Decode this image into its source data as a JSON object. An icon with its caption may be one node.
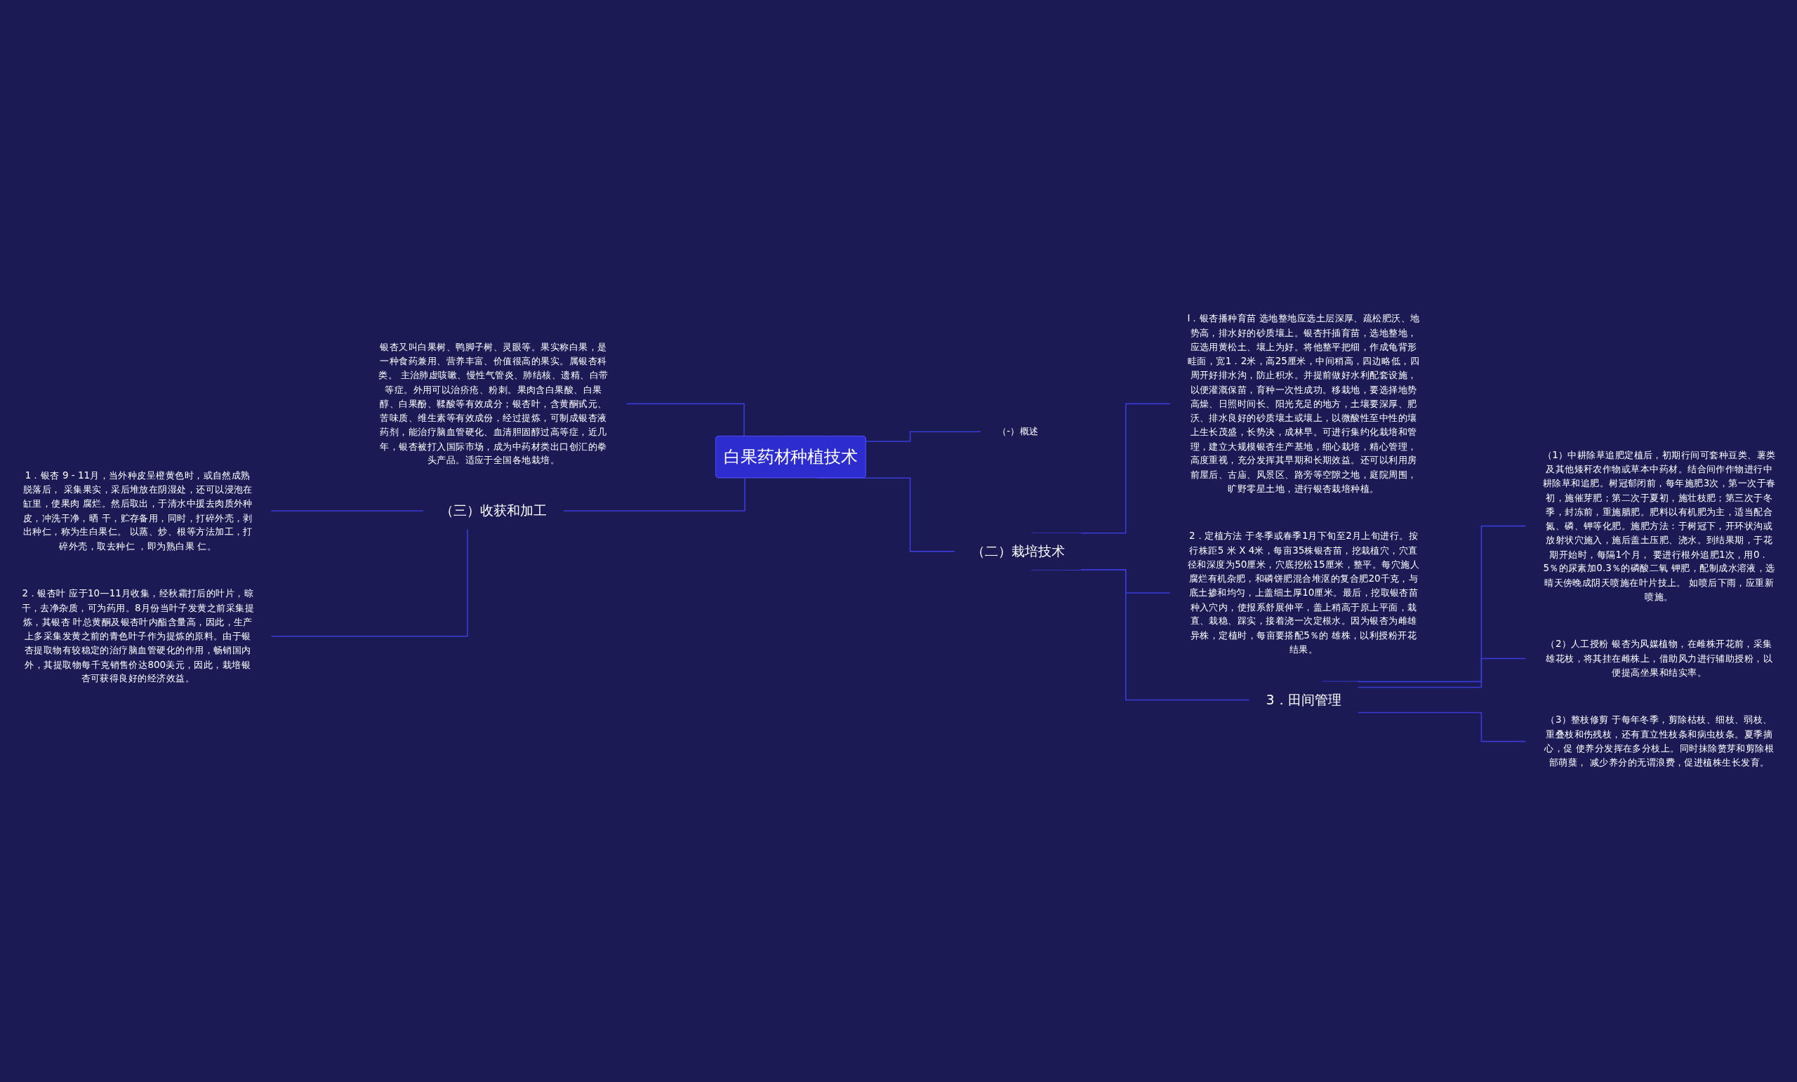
{
  "diagram": {
    "nodes": [
      {
        "text": [
          "白果药材种植技术"
        ]
      },
      {
        "text": [
          "（-）概述"
        ]
      },
      {
        "text": [
          "银杏又叫白果树、鸭脚子树、灵眼等。果实称白果，是一种食药兼用、营养丰富、价值很高的果实。属银杏科类。 主治肺虚咳嗽、慢性气管炎、肺结核、遗精、白带等症。外用可以治疥疮、粉刺。果肉含白果酸、白果醇、白果酚、鞣酸等有效成分；银杏叶，含黄酮甙元、苦味质、维生素等有效成份，经过提炼，可制成银杏液药剂，能治疗脑血管硬化、血清胆固醇过高等症，近几年，银杏被打入国际市场，成为中药材类出口创汇的拳头产品。适应于全国各地栽培。"
        ]
      },
      {
        "text": [
          "（三）收获和加工"
        ]
      },
      {
        "text": [
          "1．银杏 9 - 11月，当外种皮呈橙黄色时，或自然成熟脱落后， 采集果实，采后堆放在阴湿处，还可以浸泡在缸里，使果肉 腐烂。然后取出，于清水中援去肉质外种皮，冲洗干净，晒 干，贮存备用，同时，打碎外壳，剥出种仁，称为生白果仁。 以蒸、炒、根等方法加工，打碎外壳，取去种仁 ，即为熟白果 仁。"
        ]
      },
      {
        "text": [
          "2．银杏叶 应于10—11月收集，经秋霜打后的叶片，晾干，去净杂质，可为药用。8月份当叶子发黄之前采集提炼，其银杏 叶总黄酮及银杏叶内酯含量高，因此，生产上多采集发黄之前的青色叶子作为提炼的原料。由于银杏提取物有较稳定的治疗脑血管硬化的作用，畅销国内外，其提取物每千克销售价达800美元，因此，栽培银杏可获得良好的经济效益。"
        ]
      },
      {
        "text": [
          "（二）栽培技术"
        ]
      },
      {
        "text": [
          "I．银杏播种育苗 选地整地应选土层深厚、疏松肥沃、地势高，排水好的砂质壤上。银杏扦插育苗，选地整地，应选用黄松土、壤上为好。将他整平把细，作成龟背形畦面，宽1．2米，高25厘米，中间稍高，四边略低，四周开好排水沟，防止积水。并提前做好水利配套设施，以便灌溉保苗，育种一次性成功。移栽地，要选择地势高燥、日照时间长、阳光充足的地方，土壤要深厚、肥沃、排水良好的砂质壤土或壤上，以微酸性至中性的壤上生长茂盛，长势决，成林早。可进行集约化栽培和管理，建立大规模银杏生产基地，细心栽培，精心管理，高度重视，充分发挥其早期和长期效益。还可以利用房前屋后、古庙、风景区、路旁等空隙之地，庭院周围，旷野零星土地，进行银杏栽培种植。"
        ]
      },
      {
        "text": [
          "2．定植方法 于冬季或春季1月下旬至2月上旬进行。按行株距5 米 X 4米，每亩35株银杏苗，挖栽植穴，穴直径和深度为50厘米，穴底挖松15厘米，整平。每穴施人腐烂有机杂肥，和磷饼肥混合堆沤的复合肥20千克，与底土掺和均匀，上盖细土厚10厘米。最后，挖取银杏苗种入穴内，使报系舒展伸平，盖上稍高于原上平面，栽直、栽稳、踩实，接着浇一次定根水。因为银杏为雌雄异株，定植时，每亩要搭配5％的 雄株，以利授粉开花结果。"
        ]
      },
      {
        "text": [
          "3．田间管理"
        ]
      },
      {
        "text": [
          "（1）中耕除草追肥定植后，初期行间可套种豆类、薯类及其他矮秆农作物或草本中药材。结合间作作物进行中耕除草和追肥。树冠郁闭前，每年施肥3次，第一次于春初，施催芽肥；第二次于夏初，施壮枝肥；第三次于冬季，封冻前，重施腊肥。肥料以有机肥为主，适当配合氮、磷、钾等化肥。施肥方法：于树冠下，开环状沟或放射状穴施入，施后盖土压肥、浇水。到结果期，于花期开始时，每隔1个月， 要进行根外追肥1次，用0．5％的尿素加0.3％的磷酸二氧 钾肥，配制成水溶液，选晴天傍晚成阴天喷施在叶片技上。 如喷后下雨，应重新喷施。"
        ]
      },
      {
        "text": [
          "（2）人工授粉 银杏为风媒植物，在雌株开花前，采集雄花枝，将其挂在雌株上，借助风力进行辅助授粉，以便提高坐果和结实率。"
        ]
      },
      {
        "text": [
          "（3）整枝修剪 于每年冬季，剪除枯枝、细枝、弱枝、重叠枝和伤残枝，还有直立性枝条和病虫枝条。夏季摘心，促 使养分发挥在多分枝上。同时抹除赘芽和剪除根部萌蘖， 减少养分的无谓浪费，促进植株生长发育。"
        ]
      }
    ],
    "edges": [
      {
        "from": 0,
        "to": 2,
        "arrow": "none"
      },
      {
        "from": 0,
        "to": 1,
        "arrow": "none"
      },
      {
        "from": 0,
        "to": 3,
        "arrow": "none"
      },
      {
        "from": 3,
        "to": 4,
        "arrow": "none"
      },
      {
        "from": 3,
        "to": 5,
        "arrow": "none"
      },
      {
        "from": 0,
        "to": 6,
        "arrow": "none"
      },
      {
        "from": 6,
        "to": 7,
        "arrow": "none"
      },
      {
        "from": 6,
        "to": 8,
        "arrow": "none"
      },
      {
        "from": 6,
        "to": 9,
        "arrow": "none"
      },
      {
        "from": 9,
        "to": 10,
        "arrow": "none"
      },
      {
        "from": 9,
        "to": 11,
        "arrow": "none"
      },
      {
        "from": 9,
        "to": 12,
        "arrow": "none"
      }
    ]
  }
}
